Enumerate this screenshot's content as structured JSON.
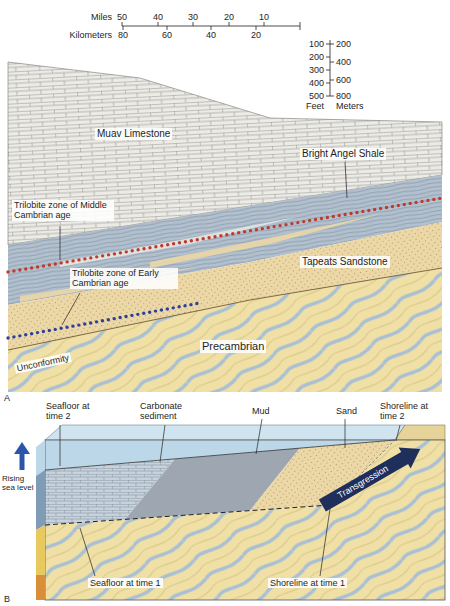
{
  "diagram": {
    "labels": [
      "Miles",
      "50",
      "40",
      "30",
      "20",
      "10",
      "Kilometers",
      "80",
      "60",
      "40",
      "20",
      "100",
      "200",
      "300",
      "400",
      "500",
      "Feet",
      "200",
      "400",
      "600",
      "800",
      "Meters",
      "Muav Limestone",
      "Bright Angel Shale",
      "Trilobite zone of Middle Cambrian age",
      "Tapeats Sandstone",
      "Trilobite zone of Early Cambrian age",
      "Unconformity",
      "Precambrian",
      "A",
      "Seafloor at time 2",
      "Carbonate sediment",
      "Mud",
      "Sand",
      "Shoreline at time 2",
      "Rising sea level",
      "Transgression",
      "Seafloor at time 1",
      "Shoreline at time 1",
      "B"
    ]
  }
}
